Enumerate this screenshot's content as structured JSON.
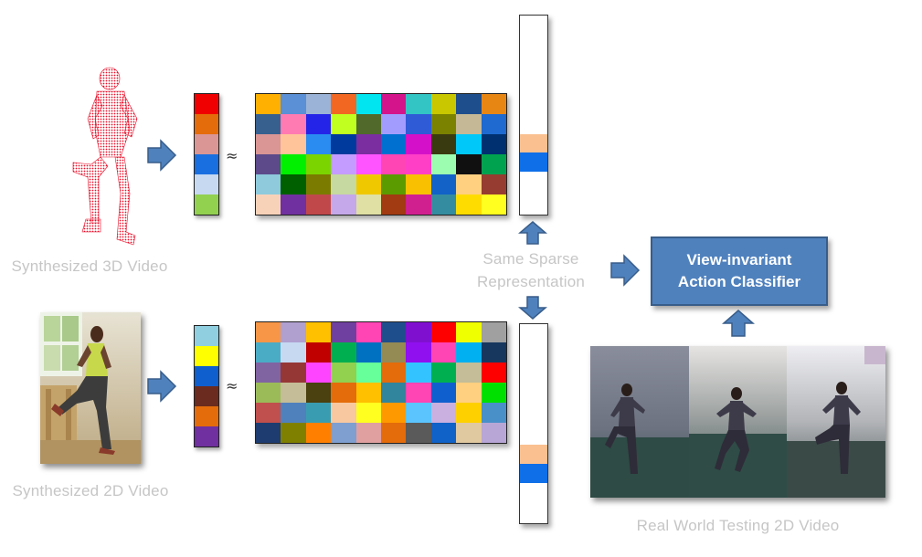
{
  "labels": {
    "synth3d": "Synthesized  3D Video",
    "synth2d": "Synthesized  2D Video",
    "same_sparse_line1": "Same Sparse",
    "same_sparse_line2": "Representation",
    "real_world": "Real World Testing 2D Video",
    "approx_symbol": "≈"
  },
  "classifier": {
    "line1": "View-invariant",
    "line2": "Action Classifier"
  },
  "colors": {
    "arrow_fill": "#4f81bd",
    "arrow_stroke": "#385d8a",
    "label_gray": "#c6c6c6",
    "skeleton_red": "#e8102a"
  },
  "top_feature_colors": [
    "#f00000",
    "#e46c0a",
    "#d99694",
    "#1a6fe0",
    "#c6d9f1",
    "#92d050"
  ],
  "bottom_feature_colors": [
    "#8fcfe0",
    "#ffff00",
    "#0f5fcf",
    "#6b2b1e",
    "#e46c0a",
    "#7030a0"
  ],
  "top_dictionary_colors": [
    [
      "#ffb000",
      "#5b8fd6",
      "#9ab3d6",
      "#f26822",
      "#00e5f0",
      "#d4148a",
      "#33c4c4",
      "#c9c800",
      "#1f4e8c",
      "#e88614"
    ],
    [
      "#37608f",
      "#ff7bb1",
      "#2424e8",
      "#c0ff20",
      "#516a2c",
      "#a39cff",
      "#2f5bd6",
      "#7a8200",
      "#c4b896",
      "#1e6ad0"
    ],
    [
      "#d99694",
      "#ffc49a",
      "#2a8cf0",
      "#003a9c",
      "#7a2ea0",
      "#0070d0",
      "#d411c8",
      "#3a3a10",
      "#00c8f8",
      "#003070"
    ],
    [
      "#5c4a8a",
      "#00f000",
      "#7bd400",
      "#c49cff",
      "#ff54ff",
      "#ff44b4",
      "#ff3fc6",
      "#9cfcb0",
      "#101010",
      "#00a24f"
    ],
    [
      "#8ecadc",
      "#006000",
      "#7b7b00",
      "#c6d9a0",
      "#f0c800",
      "#5b9b00",
      "#f8c000",
      "#1262c8",
      "#ffd080",
      "#963c30"
    ],
    [
      "#f8d2b8",
      "#7030a0",
      "#c0484a",
      "#c5a8ea",
      "#e0e0a4",
      "#a23a12",
      "#d02090",
      "#348ca0",
      "#ffdc00",
      "#ffff20"
    ]
  ],
  "bottom_dictionary_colors": [
    [
      "#f79646",
      "#b0a0d0",
      "#ffc000",
      "#7040a0",
      "#ff44b4",
      "#1f4e8c",
      "#8010d0",
      "#ff0000",
      "#f0ff00",
      "#a0a0a0"
    ],
    [
      "#4bacc6",
      "#c6d9f1",
      "#c00000",
      "#00b050",
      "#0070c0",
      "#948a54",
      "#9010f0",
      "#ff44b4",
      "#00b0f0",
      "#17375e"
    ],
    [
      "#8064a2",
      "#953735",
      "#ff44ff",
      "#92d050",
      "#66ff99",
      "#e46c0a",
      "#33c4ff",
      "#00b050",
      "#c4bd97",
      "#ff0000"
    ],
    [
      "#9bbb59",
      "#c4bd97",
      "#4a4010",
      "#e46c0a",
      "#ffc000",
      "#31859c",
      "#ff44b4",
      "#0f5fcf",
      "#ffd080",
      "#00e000"
    ],
    [
      "#c0504d",
      "#4f81bd",
      "#3a9cb0",
      "#f8c8a0",
      "#ffff20",
      "#ff9900",
      "#5bc4ff",
      "#c9b0e0",
      "#ffd000",
      "#4a90c8"
    ],
    [
      "#1f3c70",
      "#7f7f00",
      "#ff8000",
      "#7f9fd0",
      "#e0a0a0",
      "#e46c0a",
      "#5a5a5a",
      "#1062c8",
      "#e0c8a0",
      "#b8a6d6"
    ]
  ],
  "coef_colors": {
    "peach": "#fac090",
    "blue": "#0f6fe8"
  }
}
